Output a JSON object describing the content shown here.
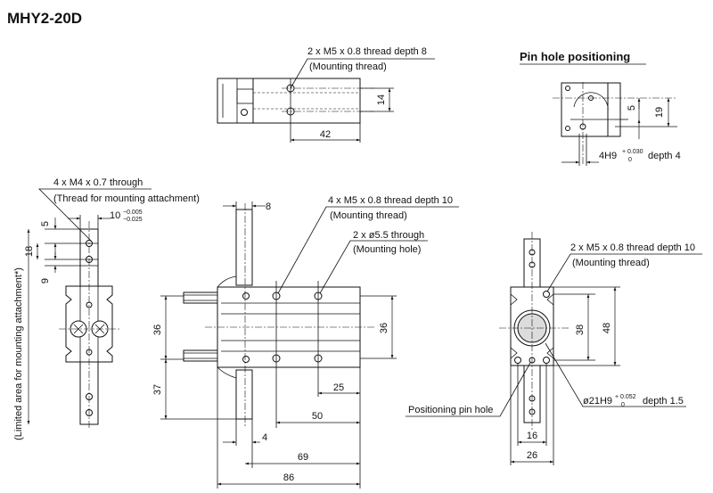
{
  "title": "MHY2-20D",
  "sections": {
    "pin_hole_positioning": "Pin hole positioning"
  },
  "callouts": {
    "top_thread": "2 x M5 x 0.8 thread depth 8",
    "top_thread_note": "(Mounting thread)",
    "left_thread": "4 x M4 x 0.7 through",
    "left_thread_note": "(Thread for mounting attachment)",
    "left_vertical_note": "(Limited area for mounting attachment*)",
    "mid_thread": "4 x M5 x 0.8 thread depth 10",
    "mid_thread_note": "(Mounting thread)",
    "mid_hole": "2 x ø5.5 through",
    "mid_hole_note": "(Mounting hole)",
    "right_thread": "2 x M5 x 0.8 thread depth 10",
    "right_thread_note": "(Mounting thread)",
    "positioning_pin": "Positioning pin hole",
    "bore_main": "ø21H9",
    "bore_tol_upper": "+ 0.052",
    "bore_tol_lower": "0",
    "bore_depth": "depth 1.5",
    "pin_main": "4H9",
    "pin_tol_upper": "+ 0.030",
    "pin_tol_lower": "0",
    "pin_depth": "depth 4"
  },
  "dims": {
    "top_14": "14",
    "top_42": "42",
    "pin_5": "5",
    "pin_19": "19",
    "left_5": "5",
    "left_18": "18",
    "left_9": "9",
    "left_10": "10",
    "left_10_tol_upper": "−0.005",
    "left_10_tol_lower": "−0.025",
    "mid_8": "8",
    "mid_36_left": "36",
    "mid_37": "37",
    "mid_36_right": "36",
    "mid_25": "25",
    "mid_50": "50",
    "mid_4": "4",
    "mid_69": "69",
    "mid_86": "86",
    "right_38": "38",
    "right_48": "48",
    "right_16": "16",
    "right_26": "26"
  }
}
